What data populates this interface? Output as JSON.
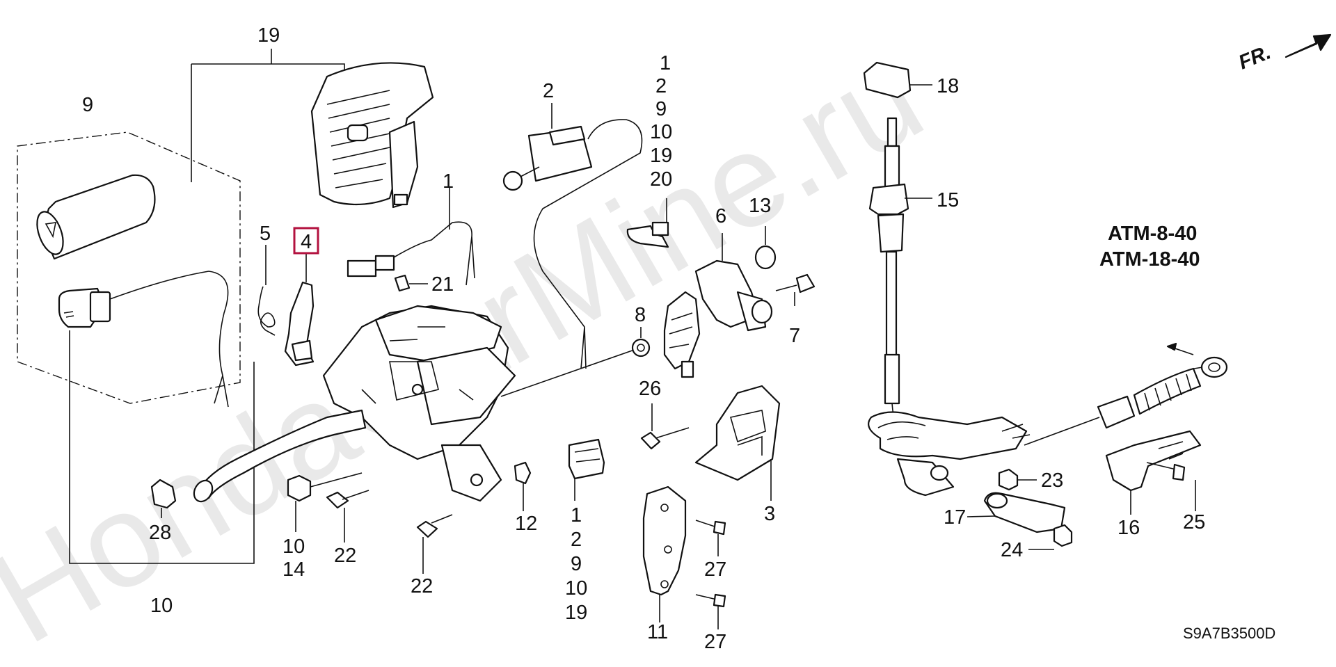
{
  "watermark": "HondaCarMine.ru",
  "orientation_label": "FR.",
  "reference_labels": [
    "ATM-8-40",
    "ATM-18-40"
  ],
  "diagram_code": "S9A7B3500D",
  "selected_callout": "4",
  "callouts": {
    "c19_top": "19",
    "c9": "9",
    "c1_stack": [
      "1",
      "2",
      "9",
      "10",
      "19",
      "20"
    ],
    "c2": "2",
    "c1_mid": "1",
    "c5": "5",
    "c4": "4",
    "c21": "21",
    "c13": "13",
    "c6": "6",
    "c8": "8",
    "c7": "7",
    "c26": "26",
    "c3": "3",
    "c28": "28",
    "c10_14": [
      "10",
      "14"
    ],
    "c22a": "22",
    "c22b": "22",
    "c12": "12",
    "c1_bottom_stack": [
      "1",
      "2",
      "9",
      "10",
      "19"
    ],
    "c27a": "27",
    "c27b": "27",
    "c11": "11",
    "c10_bottom": "10",
    "c18": "18",
    "c15": "15",
    "c23": "23",
    "c17": "17",
    "c24": "24",
    "c16": "16",
    "c25": "25"
  }
}
